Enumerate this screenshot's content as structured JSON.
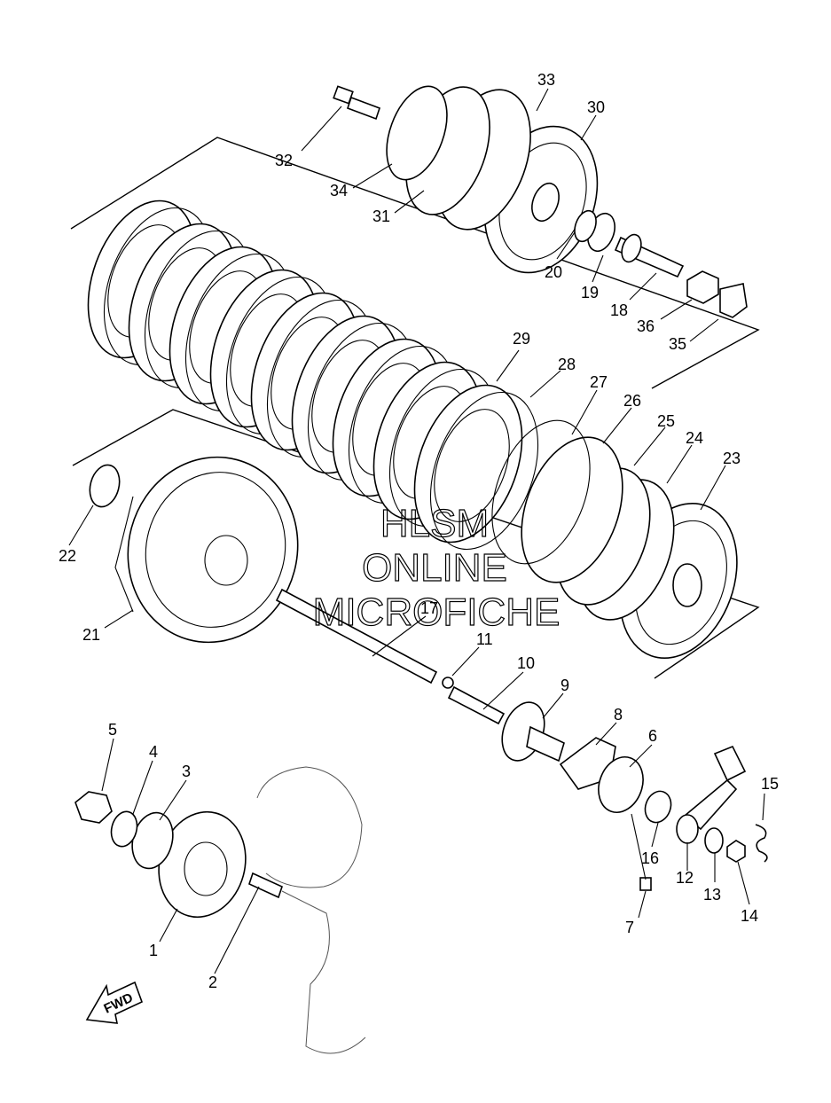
{
  "parts": [
    {
      "label": "1"
    },
    {
      "label": "2"
    },
    {
      "label": "3"
    },
    {
      "label": "4"
    },
    {
      "label": "5"
    },
    {
      "label": "6"
    },
    {
      "label": "7"
    },
    {
      "label": "8"
    },
    {
      "label": "9"
    },
    {
      "label": "10"
    },
    {
      "label": "11"
    },
    {
      "label": "12"
    },
    {
      "label": "13"
    },
    {
      "label": "14"
    },
    {
      "label": "15"
    },
    {
      "label": "16"
    },
    {
      "label": "17"
    },
    {
      "label": "18"
    },
    {
      "label": "19"
    },
    {
      "label": "20"
    },
    {
      "label": "21"
    },
    {
      "label": "22"
    },
    {
      "label": "23"
    },
    {
      "label": "24"
    },
    {
      "label": "25"
    },
    {
      "label": "26"
    },
    {
      "label": "27"
    },
    {
      "label": "28"
    },
    {
      "label": "29"
    },
    {
      "label": "30"
    },
    {
      "label": "31"
    },
    {
      "label": "32"
    },
    {
      "label": "33"
    },
    {
      "label": "34"
    },
    {
      "label": "35"
    },
    {
      "label": "36"
    }
  ],
  "watermark": {
    "line1": "HLSM",
    "line2": "ONLINE",
    "line3": "MICROFICHE"
  },
  "fwd_arrow": {
    "text": "FWD"
  }
}
